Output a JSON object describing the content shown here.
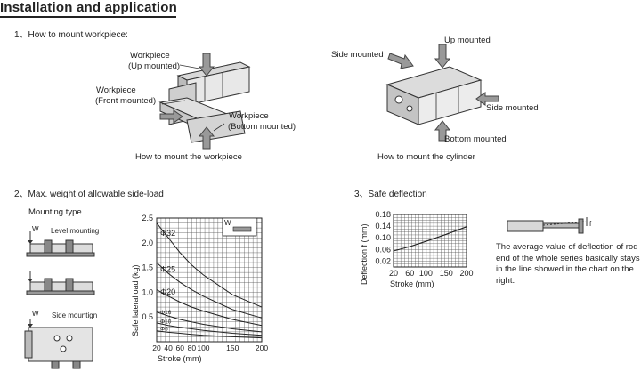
{
  "header": {
    "title": "Installation and application"
  },
  "mount_section": {
    "heading": "1、How to mount workpiece:",
    "workpiece_figure": {
      "labels": {
        "up_line1": "Workpiece",
        "up_line2": "(Up mounted)",
        "front_line1": "Workpiece",
        "front_line2": "(Front mounted)",
        "bottom_line1": "Workpiece",
        "bottom_line2": "(Bottom mounted)"
      },
      "caption": "How to mount the workpiece"
    },
    "cylinder_figure": {
      "labels": {
        "up": "Up mounted",
        "side_left": "Side mounted",
        "side_right": "Side mounted",
        "bottom": "Bottom mounted"
      },
      "caption": "How to mount the cylinder"
    }
  },
  "sideload_section": {
    "heading": "2、Max. weight of allowable side-load",
    "mounting_type_label": "Mounting type",
    "level_mounting": "Level mounting",
    "side_mounting": "Side mountign",
    "w_symbol": "W"
  },
  "deflection_section": {
    "heading": "3、Safe deflection",
    "description": "The average value of deflection of rod end of the whole series basically stays in the line showed in the chart on the right.",
    "f_symbol": "f"
  },
  "chart_data": [
    {
      "type": "line",
      "xlabel": "Stroke  (mm)",
      "ylabel": "Safe lateralload  (kg)",
      "x_ticks": [
        20,
        40,
        60,
        80,
        100,
        150,
        200
      ],
      "y_ticks": [
        "0.5",
        "1.0",
        "1.5",
        "2.0",
        "2.5"
      ],
      "xlim": [
        20,
        200
      ],
      "ylim": [
        0,
        2.5
      ],
      "legend_symbol": "W",
      "series": [
        {
          "name": "Φ32",
          "x": [
            20,
            40,
            60,
            80,
            100,
            150,
            200
          ],
          "y": [
            2.4,
            2.1,
            1.8,
            1.55,
            1.35,
            0.95,
            0.7
          ]
        },
        {
          "name": "Φ25",
          "x": [
            20,
            40,
            60,
            80,
            100,
            150,
            200
          ],
          "y": [
            1.6,
            1.38,
            1.2,
            1.05,
            0.92,
            0.65,
            0.48
          ]
        },
        {
          "name": "Φ20",
          "x": [
            20,
            40,
            60,
            80,
            100,
            150,
            200
          ],
          "y": [
            1.05,
            0.92,
            0.8,
            0.7,
            0.62,
            0.45,
            0.33
          ]
        },
        {
          "name": "Φ16",
          "x": [
            20,
            40,
            60,
            80,
            100,
            150,
            200
          ],
          "y": [
            0.6,
            0.52,
            0.45,
            0.4,
            0.35,
            0.26,
            0.2
          ]
        },
        {
          "name": "Φ10",
          "x": [
            20,
            40,
            60,
            80,
            100,
            150,
            200
          ],
          "y": [
            0.38,
            0.33,
            0.29,
            0.26,
            0.23,
            0.17,
            0.13
          ]
        },
        {
          "name": "Φ6",
          "x": [
            20,
            40,
            60,
            80,
            100,
            150,
            200
          ],
          "y": [
            0.22,
            0.19,
            0.17,
            0.15,
            0.13,
            0.1,
            0.08
          ]
        }
      ]
    },
    {
      "type": "line",
      "xlabel": "Stroke  (mm)",
      "ylabel": "Deflection  f  (mm)",
      "x_ticks": [
        20,
        60,
        100,
        150,
        200
      ],
      "y_ticks": [
        "0.02",
        "0.06",
        "0.10",
        "0.14",
        "0.18"
      ],
      "xlim": [
        20,
        200
      ],
      "ylim": [
        0,
        0.18
      ],
      "series": [
        {
          "x": [
            20,
            60,
            100,
            150,
            200
          ],
          "y": [
            0.055,
            0.07,
            0.088,
            0.112,
            0.138
          ]
        }
      ]
    }
  ]
}
